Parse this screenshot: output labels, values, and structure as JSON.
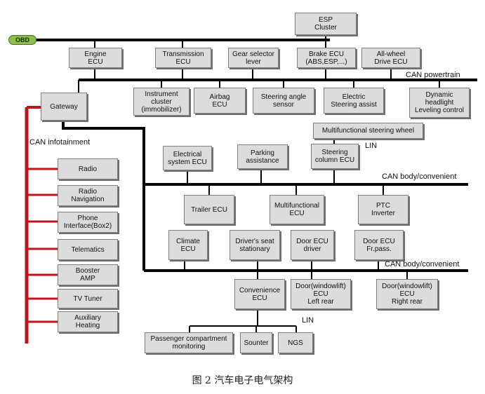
{
  "obd": "OBD",
  "gateway": "Gateway",
  "buses": {
    "powertrain": "CAN powertrain",
    "infotainment": "CAN infotainment",
    "body1": "CAN body/convenient",
    "body2": "CAN body/convenient",
    "lin1": "LIN",
    "lin2": "LIN"
  },
  "ecus": {
    "esp_cluster": "ESP\nCluster",
    "engine": "Engine\nECU",
    "transmission": "Transmission\nECU",
    "gear_selector": "Gear selector\nlever",
    "brake": "Brake ECU\n(ABS,ESP,...)",
    "awd": "All-wheel\nDrive ECU",
    "instrument": "Instrument\ncluster\n(immobilizer)",
    "airbag": "Airbag\nECU",
    "steering_angle": "Steering angle\nsensor",
    "electric_steering": "Electric\nSteering assist",
    "headlight": "Dynamic\nheadlight\nLeveling control",
    "msw": "Multifunctional steering wheel",
    "electrical_system": "Electrical\nsystem ECU",
    "parking": "Parking\nassistance",
    "steering_column": "Steering\ncolumn ECU",
    "trailer": "Trailer ECU",
    "multifunctional": "Multifunctional\nECU",
    "ptc": "PTC\nInverter",
    "climate": "Climate\nECU",
    "drivers_seat": "Driver's seat\nstationary",
    "door_driver": "Door ECU\ndriver",
    "door_frpass": "Door ECU\nFr.pass.",
    "convenience": "Convenience\nECU",
    "door_left_rear": "Door(windowlift)\nECU\nLeft rear",
    "door_right_rear": "Door(windowlift)\nECU\nRight rear",
    "passenger_monitor": "Passenger compartment\nmonitoring",
    "sounter": "Sounter",
    "ngs": "NGS"
  },
  "infotainment_nodes": [
    "Radio",
    "Radio\nNavigation",
    "Phone\nInterface(Box2)",
    "Telematics",
    "Booster\nAMP",
    "TV Tuner",
    "Auxiliary\nHeating"
  ],
  "caption": "图 2 汽车电子电气架构",
  "colors": {
    "bus": "#000000",
    "infotainment_bus": "#c0141c",
    "box": "#dcdcdc",
    "obd": "#8fbf4a"
  }
}
